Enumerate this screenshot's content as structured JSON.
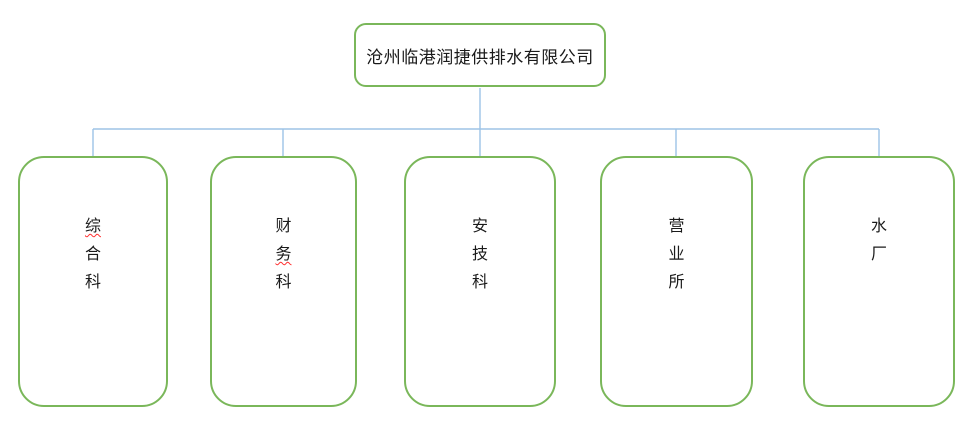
{
  "org_chart": {
    "root": {
      "label": "沧州临港润捷供排水有限公司"
    },
    "departments": [
      {
        "label": "综合科",
        "chars": [
          {
            "c": "综",
            "spellcheck_wavy": true
          },
          {
            "c": "合"
          },
          {
            "c": "科"
          }
        ]
      },
      {
        "label": "财务科",
        "chars": [
          {
            "c": "财"
          },
          {
            "c": "务",
            "spellcheck_wavy": true
          },
          {
            "c": "科"
          }
        ]
      },
      {
        "label": "安技科",
        "chars": [
          {
            "c": "安"
          },
          {
            "c": "技"
          },
          {
            "c": "科"
          }
        ]
      },
      {
        "label": "营业所",
        "chars": [
          {
            "c": "营"
          },
          {
            "c": "业"
          },
          {
            "c": "所"
          }
        ]
      },
      {
        "label": "水厂",
        "chars": [
          {
            "c": "水"
          },
          {
            "c": "厂"
          }
        ]
      }
    ],
    "colors": {
      "box_border": "#7ab75a",
      "connector": "#9dc3e6",
      "text": "#1a1a1a",
      "spellcheck_underline": "#ff2e2e",
      "background": "#ffffff"
    }
  }
}
